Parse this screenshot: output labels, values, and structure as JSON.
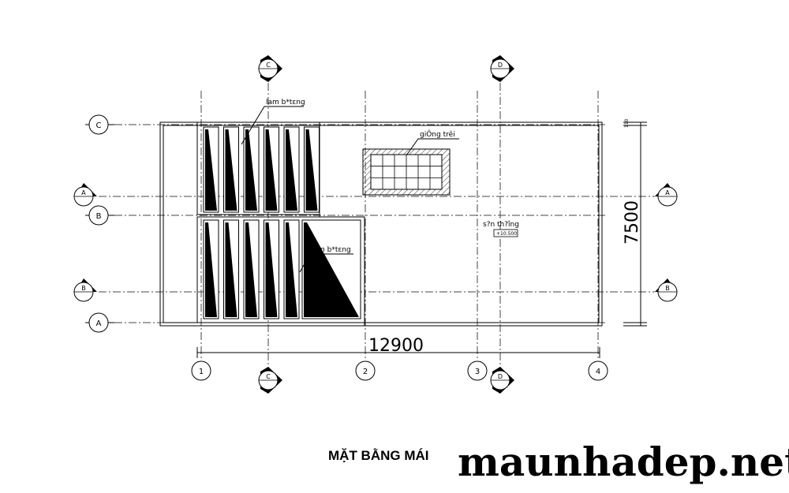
{
  "drawing": {
    "title": "MẶT BẰNG MÁI",
    "watermark": "maunhadep.net.vn",
    "dim_width": "12900",
    "dim_height": "7500",
    "dim_small": "110",
    "level_mark": "+10.500",
    "labels": {
      "lam_top": "lam b*tɛng",
      "lam_bottom": "lam b*tɛng",
      "skylight": "giÔng trêi",
      "terrace": "s?n th?îng"
    },
    "grid_numbers": [
      "1",
      "2",
      "3",
      "4"
    ],
    "grid_left": [
      "C",
      "B",
      "A"
    ],
    "section_marks": {
      "top": [
        "C",
        "D"
      ],
      "bottom": [
        "C",
        "D"
      ],
      "left": [
        "A",
        "B"
      ],
      "right": [
        "A",
        "B"
      ]
    }
  }
}
